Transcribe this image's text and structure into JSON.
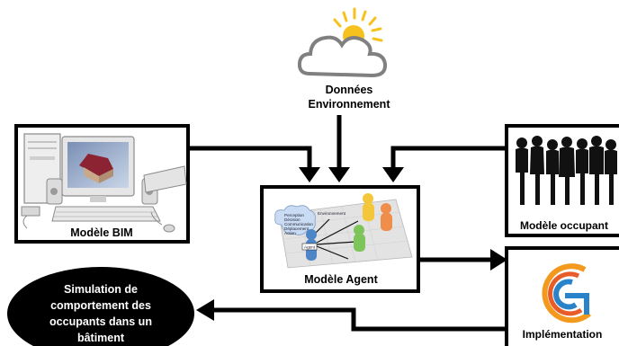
{
  "env_label_line1": "Données",
  "env_label_line2": "Environnement",
  "bim_label": "Modèle BIM",
  "agent_label": "Modèle Agent",
  "occupant_label": "Modèle occupant",
  "impl_label": "Implémentation",
  "sim_line1": "Simulation de",
  "sim_line2": "comportement des",
  "sim_line3": "occupants dans un",
  "sim_line4": "bâtiment",
  "agent_inner": {
    "environment": "Environnement",
    "agent": "Agent",
    "perception": "Perception",
    "decision": "Décision",
    "communication": "Communication",
    "deplacement": "Déplacement",
    "action": "Action"
  }
}
